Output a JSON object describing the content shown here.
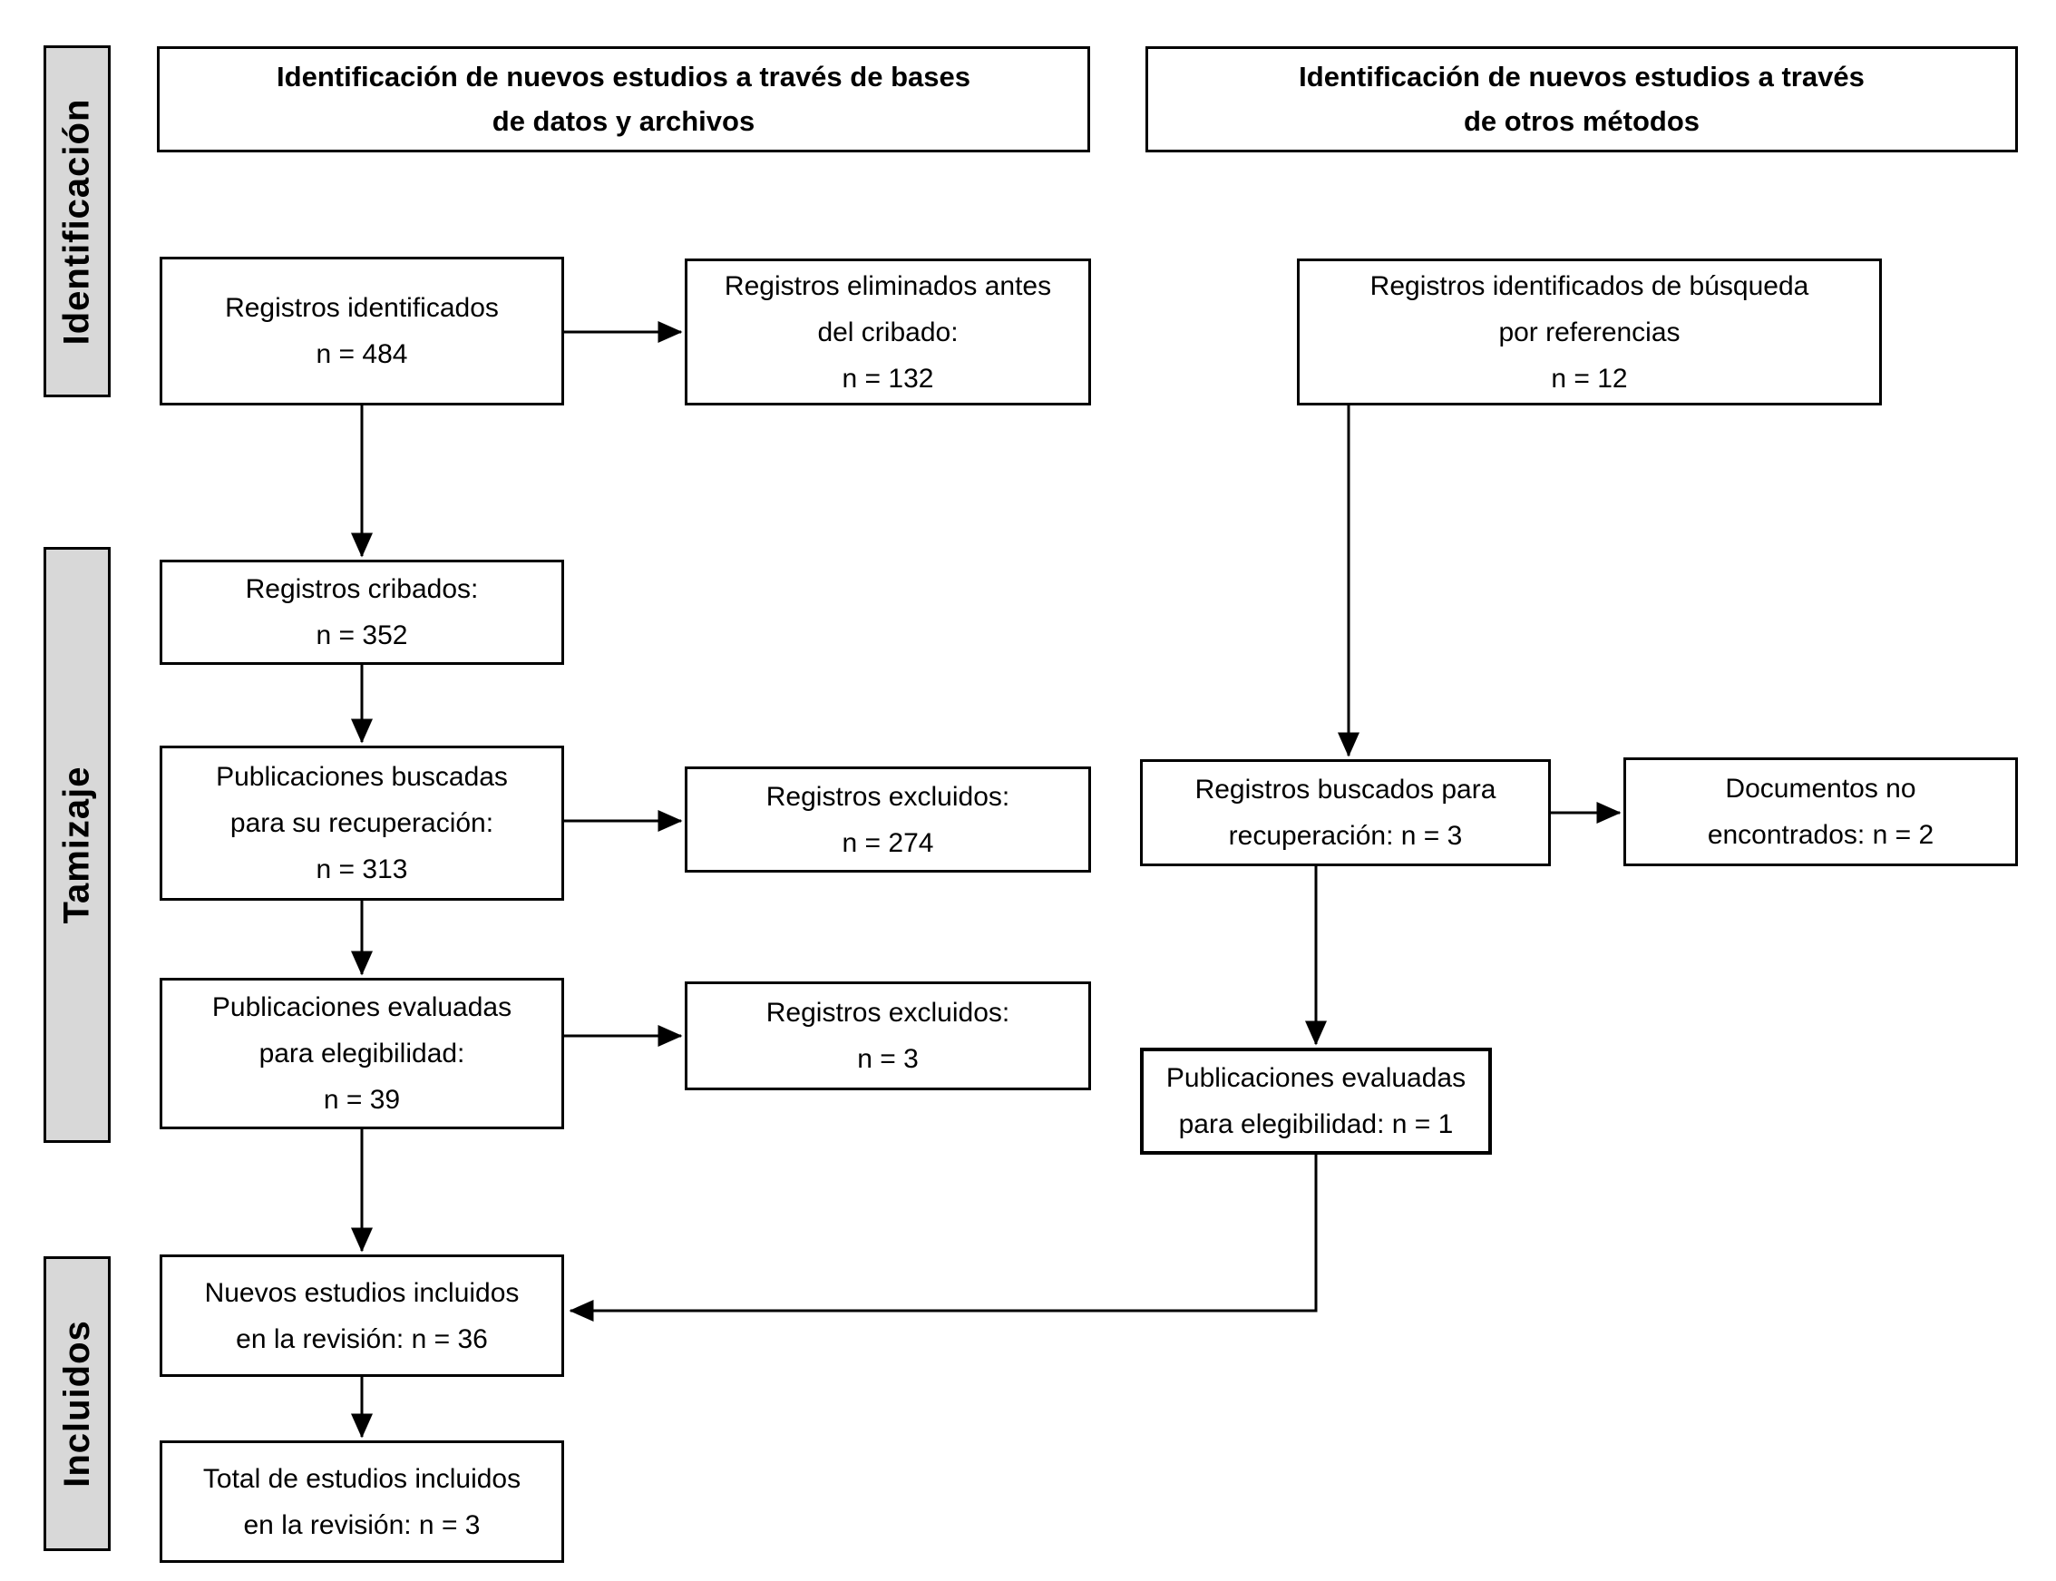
{
  "colors": {
    "background": "#ffffff",
    "box_fill": "#ffffff",
    "box_border": "#000000",
    "sidebar_fill": "#d8d8d8",
    "text": "#000000"
  },
  "sidebar": {
    "identification_label": "Identificación",
    "screening_label": "Tamizaje",
    "included_label": "Incluidos"
  },
  "headers": {
    "databases": "Identificación de nuevos estudios a través de bases\nde datos y archivos",
    "other_methods": "Identificación de nuevos estudios a través\nde otros métodos"
  },
  "boxes": {
    "records_identified": "Registros identificados\nn = 484",
    "records_removed": "Registros eliminados antes\ndel cribado:\nn = 132",
    "records_screened": "Registros cribados:\nn = 352",
    "publications_sought": "Publicaciones buscadas\npara su recuperación:\nn = 313",
    "records_excluded_screening": "Registros excluidos:\nn = 274",
    "publications_assessed": "Publicaciones evaluadas\npara elegibilidad:\nn = 39",
    "records_excluded_eligibility": "Registros excluidos:\nn = 3",
    "new_studies_included": "Nuevos estudios incluidos\nen la revisión: n = 36",
    "total_studies_included": "Total de estudios incluidos\nen la revisión: n = 3",
    "ref_records_identified": "Registros identificados de búsqueda\npor referencias\nn = 12",
    "ref_records_sought": "Registros buscados para\nrecuperación: n = 3",
    "ref_documents_not_found": "Documentos no\nencontrados: n = 2",
    "ref_publications_assessed": "Publicaciones evaluadas\npara elegibilidad: n = 1"
  }
}
